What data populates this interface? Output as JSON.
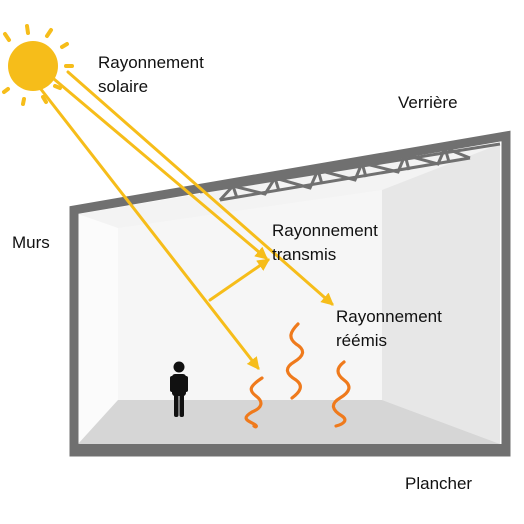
{
  "labels": {
    "solar_1": "Rayonnement",
    "solar_2": "solaire",
    "roof": "Verrière",
    "walls": "Murs",
    "transmitted_1": "Rayonnement",
    "transmitted_2": "transmis",
    "reemitted_1": "Rayonnement",
    "reemitted_2": "réémis",
    "floor": "Plancher"
  },
  "colors": {
    "sun": "#f6bd1a",
    "ray": "#f6bd1a",
    "heat_wave": "#ef7a1c",
    "structure": "#707070",
    "person": "#111111"
  },
  "icons": [
    "sun-icon",
    "person-icon",
    "heat-wave-icon"
  ]
}
